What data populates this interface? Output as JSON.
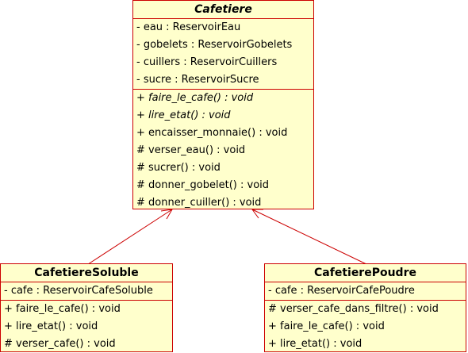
{
  "colors": {
    "box_fill": "#ffffcc",
    "box_border": "#cc0000",
    "link": "#cc0000"
  },
  "classes": {
    "cafetiere": {
      "name": "Cafetiere",
      "attributes": [
        "- eau : ReservoirEau",
        "- gobelets : ReservoirGobelets",
        "- cuillers : ReservoirCuillers",
        "- sucre : ReservoirSucre"
      ],
      "operations": [
        "+ faire_le_cafe() : void",
        "+ lire_etat() : void",
        "+ encaisser_monnaie() : void",
        "# verser_eau() : void",
        "# sucrer() : void",
        "# donner_gobelet() : void",
        "# donner_cuiller() : void"
      ]
    },
    "soluble": {
      "name": "CafetiereSoluble",
      "attributes": [
        "- cafe : ReservoirCafeSoluble"
      ],
      "operations": [
        "+ faire_le_cafe() : void",
        "+ lire_etat() : void",
        "# verser_cafe() : void"
      ]
    },
    "poudre": {
      "name": "CafetierePoudre",
      "attributes": [
        "- cafe : ReservoirCafePoudre"
      ],
      "operations": [
        "# verser_cafe_dans_filtre() : void",
        "+ faire_le_cafe() : void",
        "+ lire_etat() : void"
      ]
    }
  }
}
